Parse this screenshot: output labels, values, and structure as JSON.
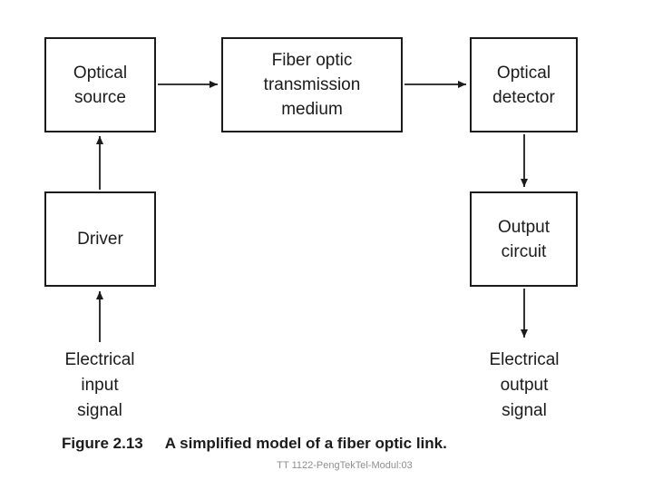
{
  "page": {
    "background": "#ffffff",
    "ink_color": "#1b1b1b"
  },
  "diagram": {
    "boxes": [
      {
        "id": "optical-source",
        "label": "Optical\nsource"
      },
      {
        "id": "fiber-medium",
        "label": "Fiber optic\ntransmission\nmedium"
      },
      {
        "id": "optical-detector",
        "label": "Optical\ndetector"
      },
      {
        "id": "driver",
        "label": "Driver"
      },
      {
        "id": "output-circuit",
        "label": "Output\ncircuit"
      }
    ],
    "signal_labels": [
      {
        "id": "electrical-input",
        "text": "Electrical\ninput\nsignal"
      },
      {
        "id": "electrical-output",
        "text": "Electrical\noutput\nsignal"
      }
    ],
    "connections": [
      "optical-source -> fiber-medium",
      "fiber-medium -> optical-detector",
      "driver -> optical-source",
      "optical-detector -> output-circuit",
      "output-circuit -> electrical-output",
      "electrical-input -> driver"
    ],
    "caption": {
      "figure_label": "Figure 2.13",
      "text": "A simplified model of a fiber optic link."
    }
  },
  "footer": {
    "text": "TT 1122-PengTekTel-Modul:03",
    "color": "#8f8f8f"
  }
}
